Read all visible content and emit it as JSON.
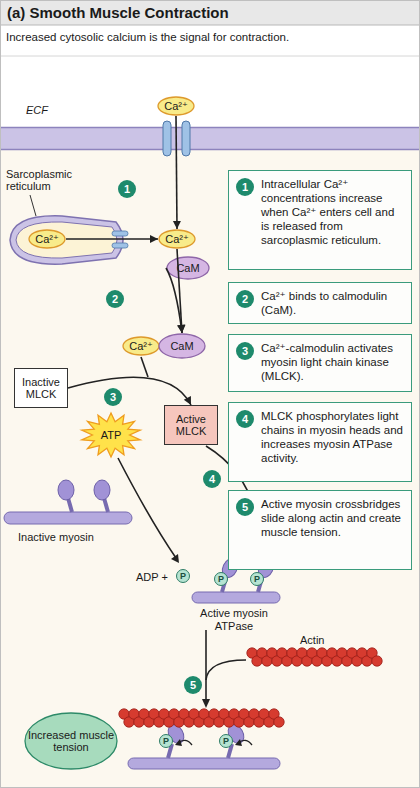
{
  "diagram": {
    "title": "(a) Smooth Muscle Contraction",
    "nodes": [
      {
        "text": [
          "Ca²⁺"
        ]
      },
      {
        "text": [
          "Sarcoplasmic reticulum"
        ]
      },
      {
        "text": [
          "Ca²⁺"
        ],
        "in": 1
      },
      {
        "text": [
          "Ca²⁺"
        ]
      },
      {
        "text": [
          "CaM"
        ]
      },
      {
        "text": [
          "Ca²⁺"
        ]
      },
      {
        "text": [
          "CaM"
        ]
      },
      {
        "text": [
          "Inactive MLCK"
        ]
      },
      {
        "text": [
          "Active MLCK"
        ]
      },
      {
        "text": [
          "ATP"
        ]
      },
      {
        "text": [
          "1",
          "Intracellular Ca²⁺ concentrations increase when Ca²⁺ enters cell and is released from sarcoplasmic reticulum."
        ]
      },
      {
        "text": [
          "2",
          "Ca²⁺ binds to calmodulin (CaM)."
        ]
      },
      {
        "text": [
          "3",
          "Ca²⁺-calmodulin activates myosin light chain kinase (MLCK)."
        ]
      },
      {
        "text": [
          "4",
          "MLCK phosphorylates light chains in myosin heads and increases myosin ATPase activity."
        ]
      },
      {
        "text": [
          "5",
          "Active myosin crossbridges slide along actin and create muscle tension."
        ]
      },
      {
        "text": [
          "Increased muscle tension"
        ]
      }
    ],
    "edges": [
      {
        "from": 0,
        "to": 3,
        "arrow": "to"
      },
      {
        "from": 2,
        "to": 3,
        "arrow": "to"
      },
      {
        "from": 3,
        "to": 6,
        "arrow": "to"
      },
      {
        "from": 4,
        "to": 6,
        "arrow": "to"
      },
      {
        "from": 7,
        "to": 8,
        "arrow": "to"
      }
    ],
    "labels": [
      "Increased cytosolic calcium is the signal for contraction.",
      "ECF",
      "1",
      "2",
      "3",
      "4",
      "5",
      "Inactive myosin",
      "ADP +",
      "P",
      "P",
      "P",
      "Active myosin ATPase",
      "Actin",
      "P",
      "P"
    ]
  }
}
